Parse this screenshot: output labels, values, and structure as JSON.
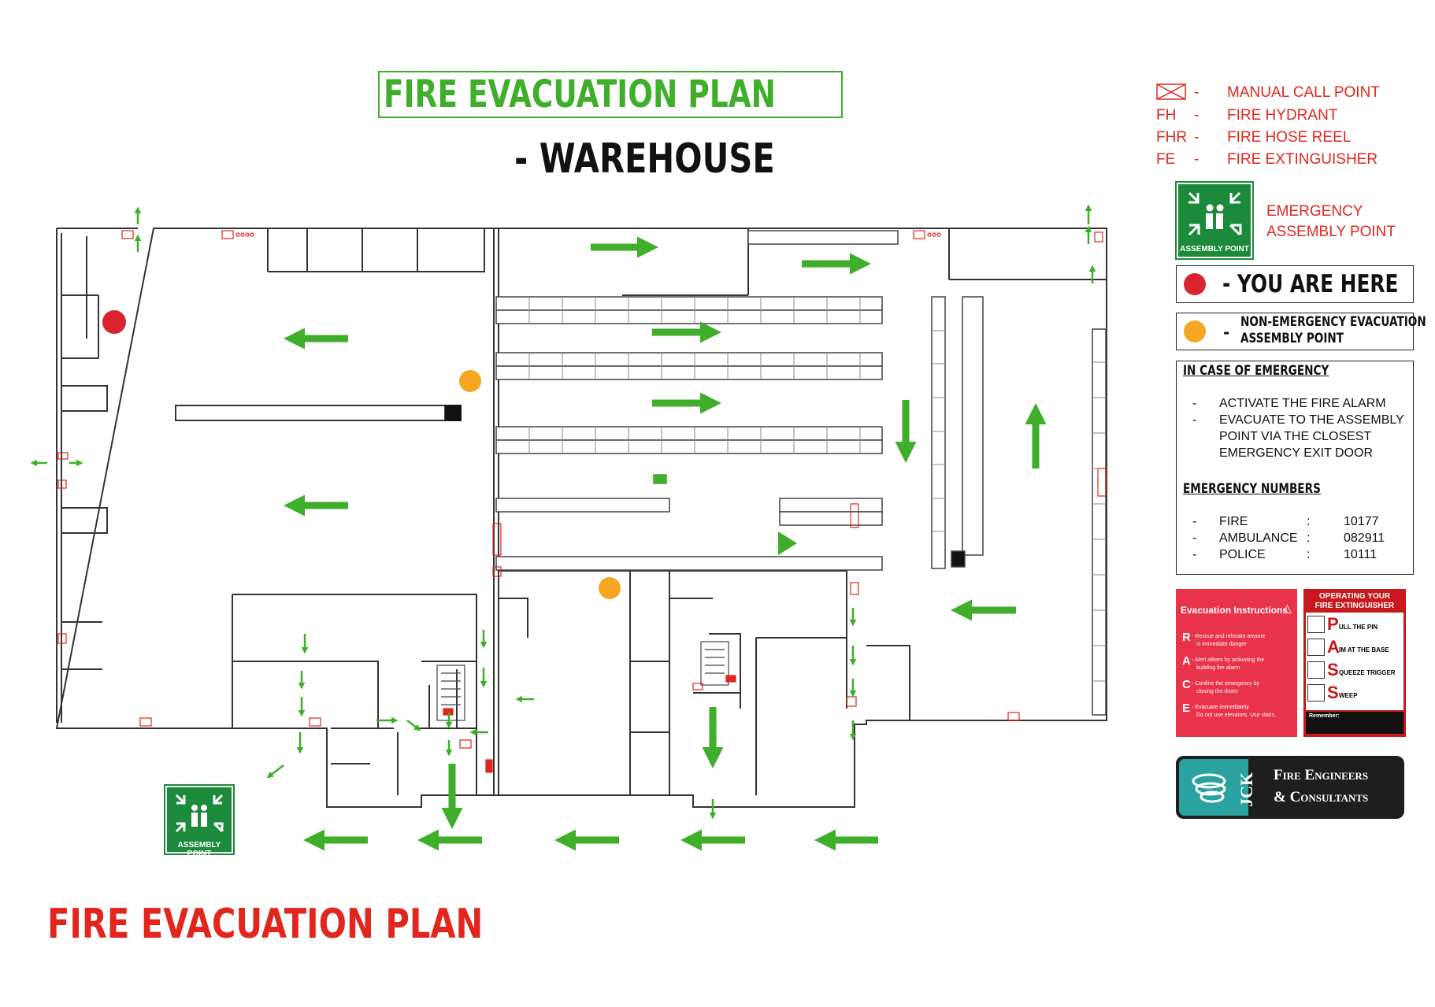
{
  "title": "FIRE EVACUATION PLAN",
  "subtitle": "- WAREHOUSE",
  "footer_title": "FIRE EVACUATION PLAN",
  "colors": {
    "green": "#3fae2a",
    "red": "#e2261d",
    "you_are_here": "#d9232e",
    "non_emergency": "#f5a623",
    "sign_green": "#1b8a3a"
  },
  "legend": {
    "items": [
      {
        "symbol": "",
        "icon": "manual-call-point-icon",
        "dash": "-",
        "label": "MANUAL CALL POINT"
      },
      {
        "symbol": "FH",
        "dash": "-",
        "label": "FIRE HYDRANT"
      },
      {
        "symbol": "FHR",
        "dash": "-",
        "label": "FIRE HOSE REEL"
      },
      {
        "symbol": "FE",
        "dash": "-",
        "label": "FIRE EXTINGUISHER"
      }
    ],
    "assembly_sign_label": "ASSEMBLY POINT",
    "assembly_line1": "EMERGENCY",
    "assembly_line2": "ASSEMBLY POINT",
    "you_are_here": "- YOU ARE HERE",
    "non_emergency_dash": "-",
    "non_emergency_line1": "NON-EMERGENCY EVACUATION",
    "non_emergency_line2": "ASSEMBLY POINT"
  },
  "emergency": {
    "heading": "IN CASE OF EMERGENCY",
    "steps": [
      {
        "dash": "-",
        "text": "ACTIVATE THE FIRE ALARM"
      },
      {
        "dash": "-",
        "text": "EVACUATE TO THE ASSEMBLY"
      }
    ],
    "step_cont": [
      "POINT VIA THE CLOSEST",
      "EMERGENCY EXIT DOOR"
    ],
    "numbers_heading": "EMERGENCY NUMBERS",
    "numbers": [
      {
        "dash": "-",
        "name": "FIRE",
        "sep": ":",
        "number": "10177"
      },
      {
        "dash": "-",
        "name": "AMBULANCE",
        "sep": ":",
        "number": "082911"
      },
      {
        "dash": "-",
        "name": "POLICE",
        "sep": ":",
        "number": "10111"
      }
    ]
  },
  "race_card": {
    "title": "Evacuation Instructions",
    "items": [
      {
        "letter": "R",
        "text1": "- Rescue and relocate anyone",
        "text2": "in immediate danger"
      },
      {
        "letter": "A",
        "text1": "- Alert others by activating the",
        "text2": "building fire alarm"
      },
      {
        "letter": "C",
        "text1": "- Confine the emergency by",
        "text2": "closing the doors"
      },
      {
        "letter": "E",
        "text1": "- Evacuate immediately.",
        "text2": "Do not use elevators. Use stairs."
      }
    ]
  },
  "pass_card": {
    "title1": "OPERATING YOUR",
    "title2": "FIRE EXTINGUISHER",
    "items": [
      {
        "letter": "P",
        "text": "ULL THE PIN"
      },
      {
        "letter": "A",
        "text": "IM AT THE BASE"
      },
      {
        "letter": "S",
        "text": "QUEEZE TRIGGER"
      },
      {
        "letter": "S",
        "text": "WEEP"
      }
    ],
    "remember": "Remember:"
  },
  "company": {
    "initials": "JCK",
    "line1": "Fire Engineers",
    "line2": "& Consultants"
  },
  "map": {
    "assembly_sign_label": "ASSEMBLY POINT"
  }
}
